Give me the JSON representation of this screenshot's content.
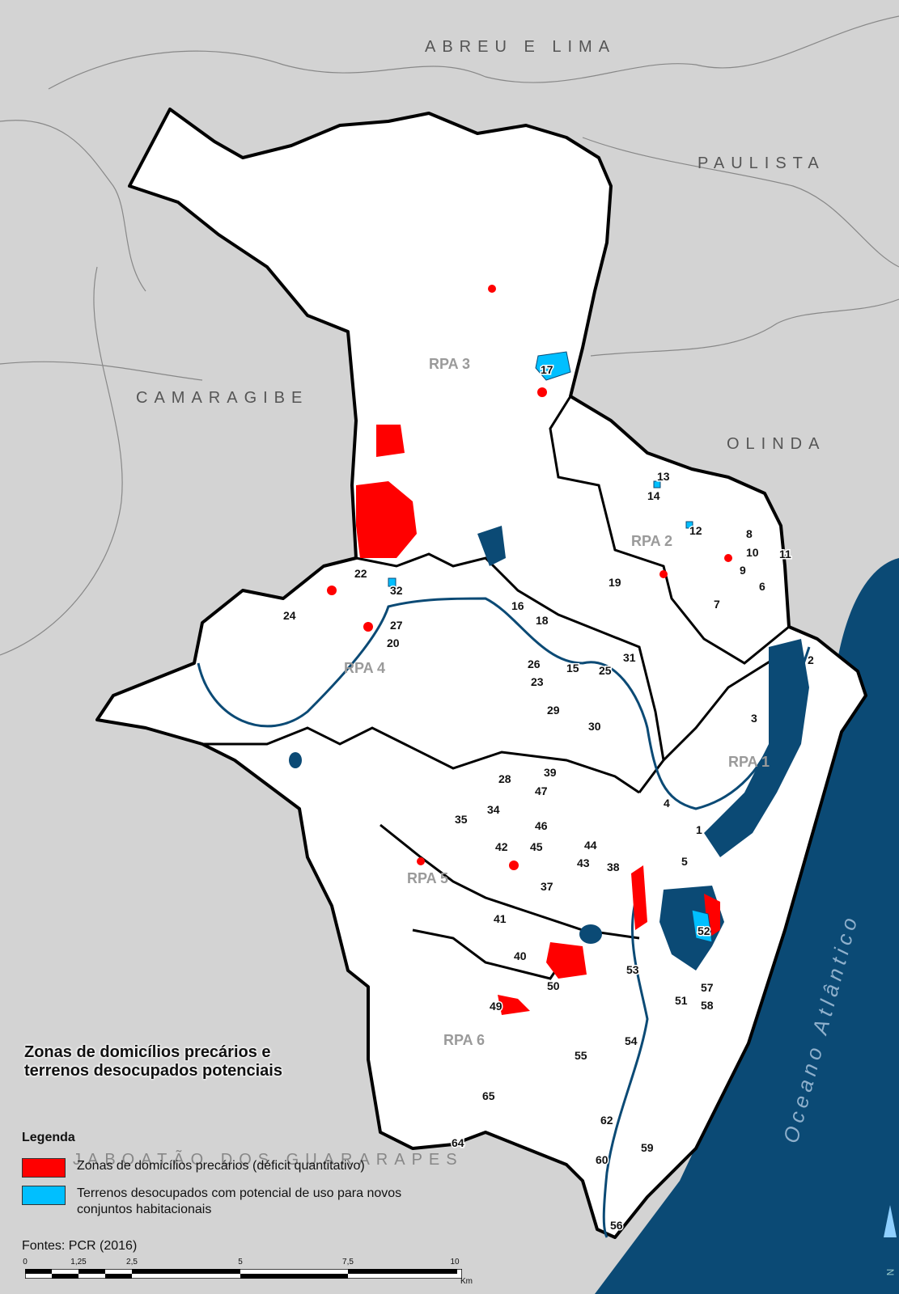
{
  "neighbors": {
    "abreu_e_lima": "ABREU E LIMA",
    "paulista": "PAULISTA",
    "camaragibe": "CAMARAGIBE",
    "olinda": "OLINDA",
    "jaboatao": "JABOATÃO DOS GUARARAPES"
  },
  "ocean": "Oceano Atlântico",
  "rpas": [
    "RPA 3",
    "RPA 2",
    "RPA 4",
    "RPA 1",
    "RPA 5",
    "RPA 6"
  ],
  "zones": [
    "1",
    "2",
    "3",
    "4",
    "5",
    "6",
    "7",
    "8",
    "9",
    "10",
    "11",
    "12",
    "13",
    "14",
    "15",
    "16",
    "17",
    "18",
    "19",
    "20",
    "22",
    "23",
    "24",
    "25",
    "26",
    "27",
    "28",
    "29",
    "30",
    "31",
    "32",
    "34",
    "35",
    "37",
    "38",
    "39",
    "40",
    "41",
    "42",
    "43",
    "44",
    "45",
    "46",
    "47",
    "49",
    "50",
    "51",
    "52",
    "53",
    "54",
    "55",
    "56",
    "57",
    "58",
    "59",
    "60",
    "62",
    "64",
    "65"
  ],
  "title": "Zonas de domicílios precários e terrenos desocupados potenciais",
  "legend": {
    "title": "Legenda",
    "items": [
      {
        "label": "Zonas de domicílios precários (déficit quantitativo)",
        "color": "#ff0000"
      },
      {
        "label": "Terrenos desocupados com potencial de uso para novos conjuntos habitacionais",
        "color": "#00bfff"
      }
    ]
  },
  "source": "Fontes: PCR (2016)",
  "scale": {
    "ticks": [
      "0",
      "1,25",
      "2,5",
      "5",
      "7,5",
      "10"
    ],
    "unit": "Km"
  },
  "north_label": "N",
  "colors": {
    "background": "#d3d3d3",
    "city": "#ffffff",
    "ocean": "#0b4a75",
    "precarious": "#ff0000",
    "vacant_land": "#00bfff"
  }
}
